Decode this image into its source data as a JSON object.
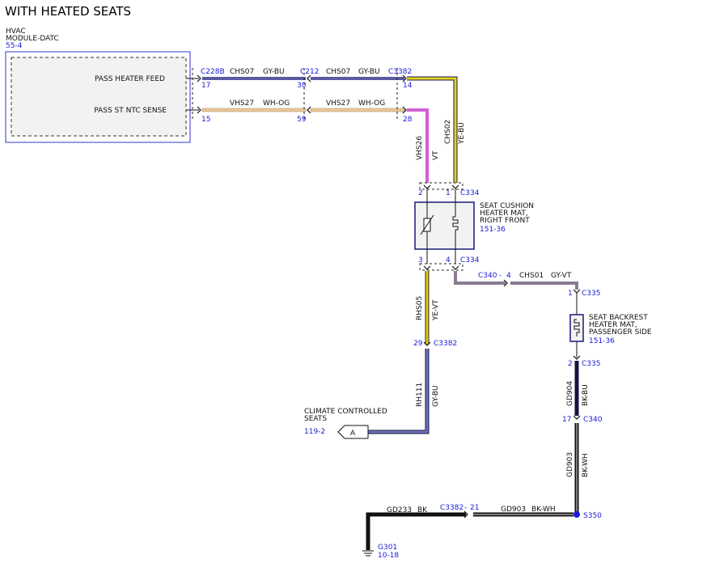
{
  "title": "WITH HEATED SEATS",
  "colors": {
    "module_box": "#3333cc",
    "link": "#1a1ad6",
    "wire_gy_bu": "#5a5aa0",
    "wire_wh_og": "#e8c89a",
    "wire_vt": "#d35fd3",
    "wire_ye_bu": "#d4c21a",
    "wire_ye_vt": "#e0c81a",
    "wire_gy_vt": "#8a7a92",
    "wire_bk": "#111111",
    "wire_bk_bu": "#141440",
    "wire_bk_wh": "#333333"
  },
  "hvac": {
    "name_line1": "HVAC",
    "name_line2": "MODULE-DATC",
    "ref": "55-4",
    "pins": [
      {
        "label": "PASS HEATER FEED",
        "connector": "C228B",
        "pin": "17"
      },
      {
        "label": "PASS ST NTC SENSE",
        "connector": "",
        "pin": "15"
      }
    ]
  },
  "wires": {
    "chs07_a": {
      "circuit": "CHS07",
      "color": "GY-BU"
    },
    "chs07_b": {
      "circuit": "CHS07",
      "color": "GY-BU"
    },
    "vhs27_a": {
      "circuit": "VHS27",
      "color": "WH-OG"
    },
    "vhs27_b": {
      "circuit": "VHS27",
      "color": "WH-OG"
    },
    "vhs26": {
      "circuit": "VHS26",
      "color": "VT"
    },
    "chs02": {
      "circuit": "CHS02",
      "color": "YE-BU"
    },
    "rhs05": {
      "circuit": "RHS05",
      "color": "YE-VT"
    },
    "rh111": {
      "circuit": "RH111",
      "color": "GY-BU"
    },
    "chs01": {
      "circuit": "CHS01",
      "color": "GY-VT"
    },
    "gd904": {
      "circuit": "GD904",
      "color": "BK-BU"
    },
    "gd903_v": {
      "circuit": "GD903",
      "color": "BK-WH"
    },
    "gd903_h": {
      "circuit": "GD903",
      "color": "BK-WH"
    },
    "gd233": {
      "circuit": "GD233",
      "color": "BK"
    }
  },
  "connectors": {
    "c212": {
      "name": "C212",
      "pin_top": "30",
      "pin_bottom": "59"
    },
    "c3382_top": {
      "name": "C3382",
      "pin_top": "14",
      "pin_bottom": "28"
    },
    "c334_top": {
      "name": "C334",
      "pin_left": "2",
      "pin_right": "1"
    },
    "c334_bottom": {
      "name": "C334",
      "pin_left": "3",
      "pin_right": "4"
    },
    "c340_a": {
      "name": "C340",
      "dash": "-",
      "pin": "4"
    },
    "c335_top": {
      "name": "C335",
      "pin": "1"
    },
    "c335_bottom": {
      "name": "C335",
      "pin": "2"
    },
    "c3382_mid": {
      "name": "C3382",
      "pin": "29"
    },
    "c340_b": {
      "name": "C340",
      "pin": "17"
    },
    "c3382_bottom": {
      "name": "C3382",
      "dash": "-",
      "pin": "21"
    }
  },
  "seat_cushion": {
    "line1": "SEAT CUSHION",
    "line2": "HEATER MAT,",
    "line3": "RIGHT FRONT",
    "ref": "151-36"
  },
  "seat_backrest": {
    "line1": "SEAT BACKREST",
    "line2": "HEATER MAT,",
    "line3": "PASSENGER SIDE",
    "ref": "151-36"
  },
  "climate": {
    "line1": "CLIMATE CONTROLLED",
    "line2": "SEATS",
    "ref": "119-2",
    "flag": "A"
  },
  "splice": {
    "name": "S350"
  },
  "ground": {
    "name": "G301",
    "ref": "10-18"
  }
}
